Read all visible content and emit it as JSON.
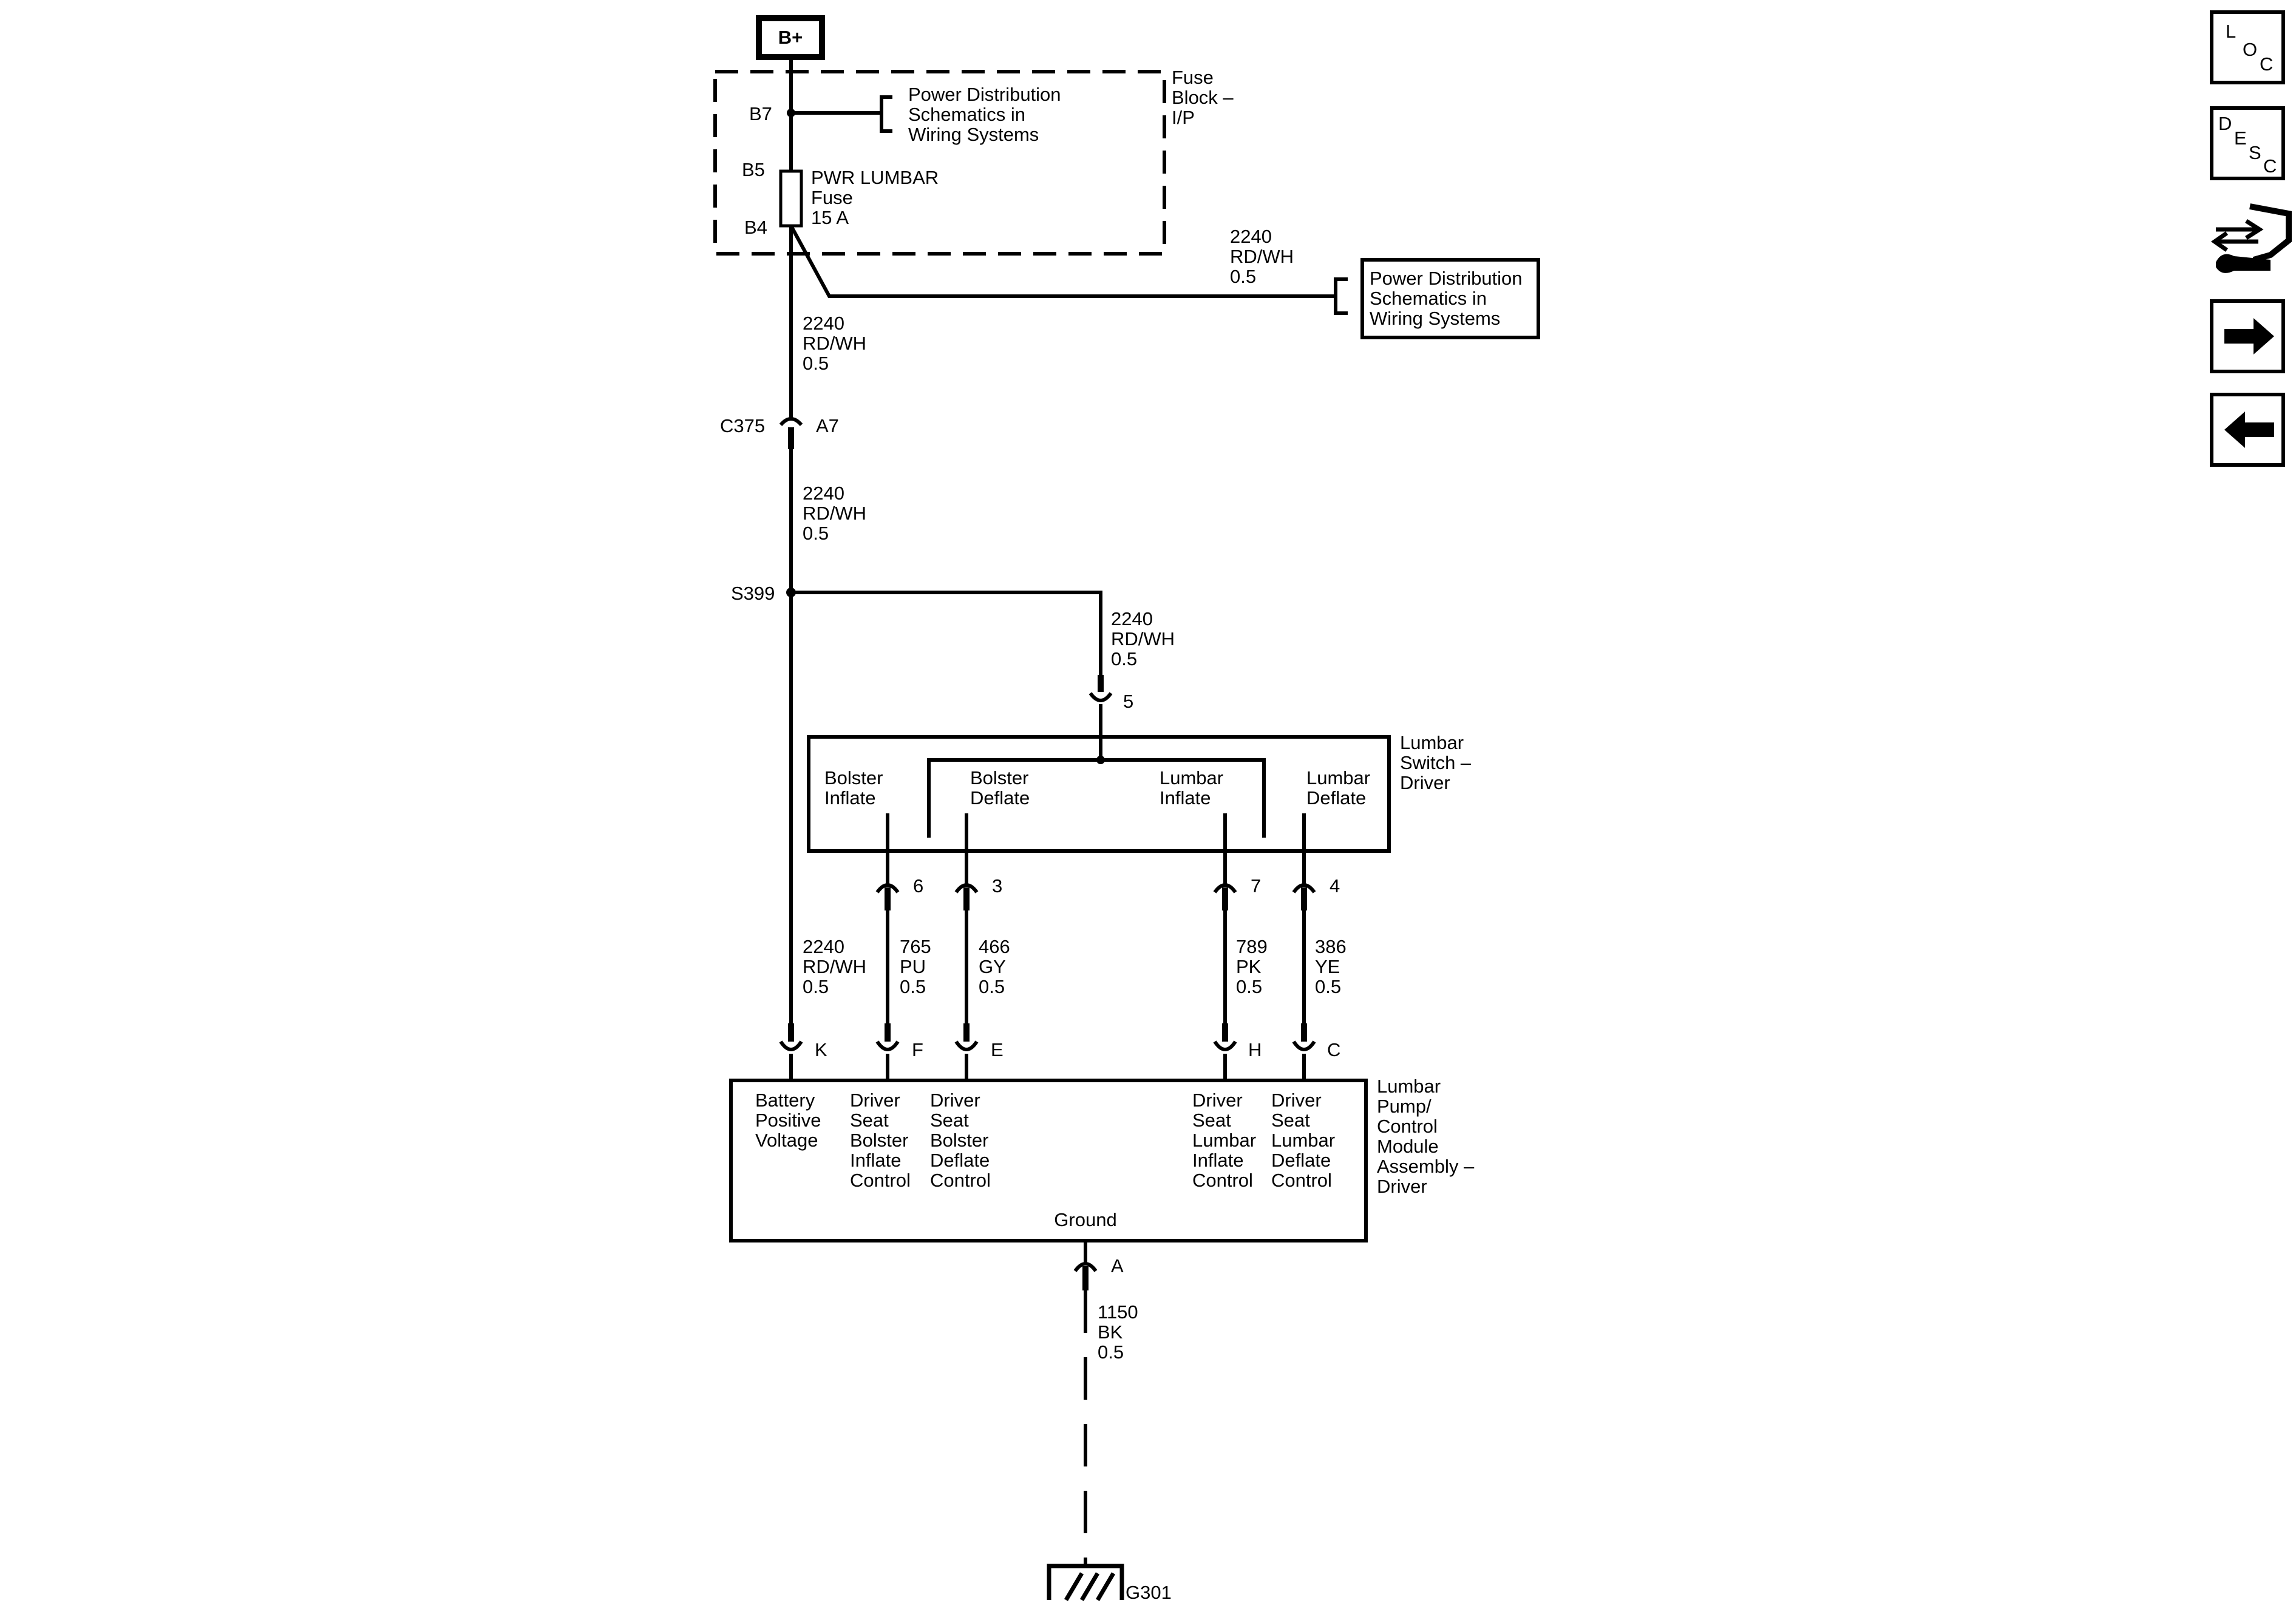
{
  "power": {
    "source": "B+"
  },
  "fuse_block": {
    "title": [
      "Fuse",
      "Block –",
      "I/P"
    ],
    "pins": {
      "b7": "B7",
      "b5": "B5",
      "b4": "B4"
    },
    "fuse_label": [
      "PWR LUMBAR",
      "Fuse",
      "15 A"
    ],
    "ref_label": [
      "Power Distribution",
      "Schematics in",
      "Wiring Systems"
    ]
  },
  "ref_box": {
    "lines": [
      "Power Distribution",
      "Schematics in",
      "Wiring Systems"
    ]
  },
  "wires": {
    "fuse_out": [
      "2240",
      "RD/WH",
      "0.5"
    ],
    "branch_right": [
      "2240",
      "RD/WH",
      "0.5"
    ],
    "after_c375": [
      "2240",
      "RD/WH",
      "0.5"
    ],
    "to_switch": [
      "2240",
      "RD/WH",
      "0.5"
    ],
    "to_module_k": [
      "2240",
      "RD/WH",
      "0.5"
    ],
    "w765": [
      "765",
      "PU",
      "0.5"
    ],
    "w466": [
      "466",
      "GY",
      "0.5"
    ],
    "w789": [
      "789",
      "PK",
      "0.5"
    ],
    "w386": [
      "386",
      "YE",
      "0.5"
    ],
    "ground": [
      "1150",
      "BK",
      "0.5"
    ]
  },
  "connectors": {
    "c375": "C375",
    "a7": "A7",
    "s399": "S399",
    "p5": "5",
    "p6": "6",
    "p3": "3",
    "p7": "7",
    "p4": "4",
    "k": "K",
    "f": "F",
    "e": "E",
    "h": "H",
    "c": "C",
    "a": "A"
  },
  "lumbar_switch": {
    "title": [
      "Lumbar",
      "Switch –",
      "Driver"
    ],
    "bolster_inflate": [
      "Bolster",
      "Inflate"
    ],
    "bolster_deflate": [
      "Bolster",
      "Deflate"
    ],
    "lumbar_inflate": [
      "Lumbar",
      "Inflate"
    ],
    "lumbar_deflate": [
      "Lumbar",
      "Deflate"
    ]
  },
  "module": {
    "title": [
      "Lumbar",
      "Pump/",
      "Control",
      "Module",
      "Assembly –",
      "Driver"
    ],
    "battery": [
      "Battery",
      "Positive",
      "Voltage"
    ],
    "bolster_inflate": [
      "Driver",
      "Seat",
      "Bolster",
      "Inflate",
      "Control"
    ],
    "bolster_deflate": [
      "Driver",
      "Seat",
      "Bolster",
      "Deflate",
      "Control"
    ],
    "lumbar_inflate": [
      "Driver",
      "Seat",
      "Lumbar",
      "Inflate",
      "Control"
    ],
    "lumbar_deflate": [
      "Driver",
      "Seat",
      "Lumbar",
      "Deflate",
      "Control"
    ],
    "ground": "Ground"
  },
  "ground_point": "G301",
  "nav_icons": {
    "loc": [
      "L",
      "O",
      "C"
    ],
    "desc": [
      "D",
      "E",
      "S",
      "C"
    ],
    "icons": [
      "connector-tool-icon",
      "arrow-right-icon",
      "arrow-left-icon"
    ]
  }
}
